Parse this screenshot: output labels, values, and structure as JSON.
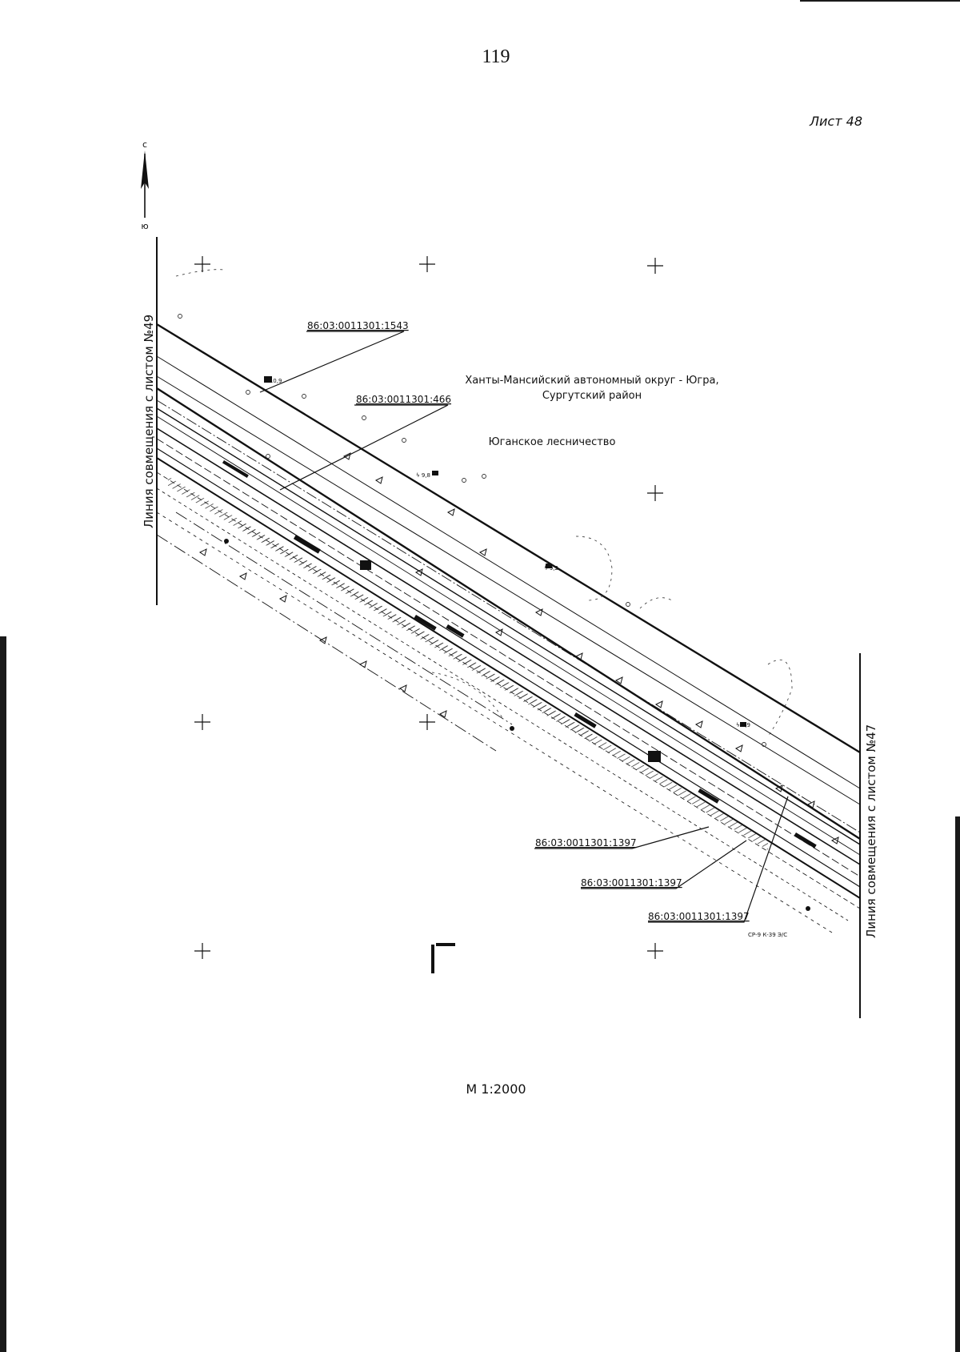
{
  "page": {
    "number": "119",
    "sheet": "Лист 48",
    "scale": "М 1:2000"
  },
  "map": {
    "region_line1": "Ханты-Мансийский автономный округ - Югра,",
    "region_line2": "Сургутский район",
    "forestry": "Юганское лесничество",
    "match_line_left": "Линия совмещения с листом №49",
    "match_line_right": "Линия совмещения с листом №47",
    "north_arrow": {
      "top_letter": "с",
      "bottom_letter": "ю"
    },
    "parcels": [
      "86:03:0011301:1543",
      "86:03:0011301:466",
      "86:03:0011301:1397",
      "86:03:0011301:1397",
      "86:03:0011301:1397"
    ]
  },
  "colors": {
    "ink": "#111111",
    "paper": "#ffffff"
  }
}
